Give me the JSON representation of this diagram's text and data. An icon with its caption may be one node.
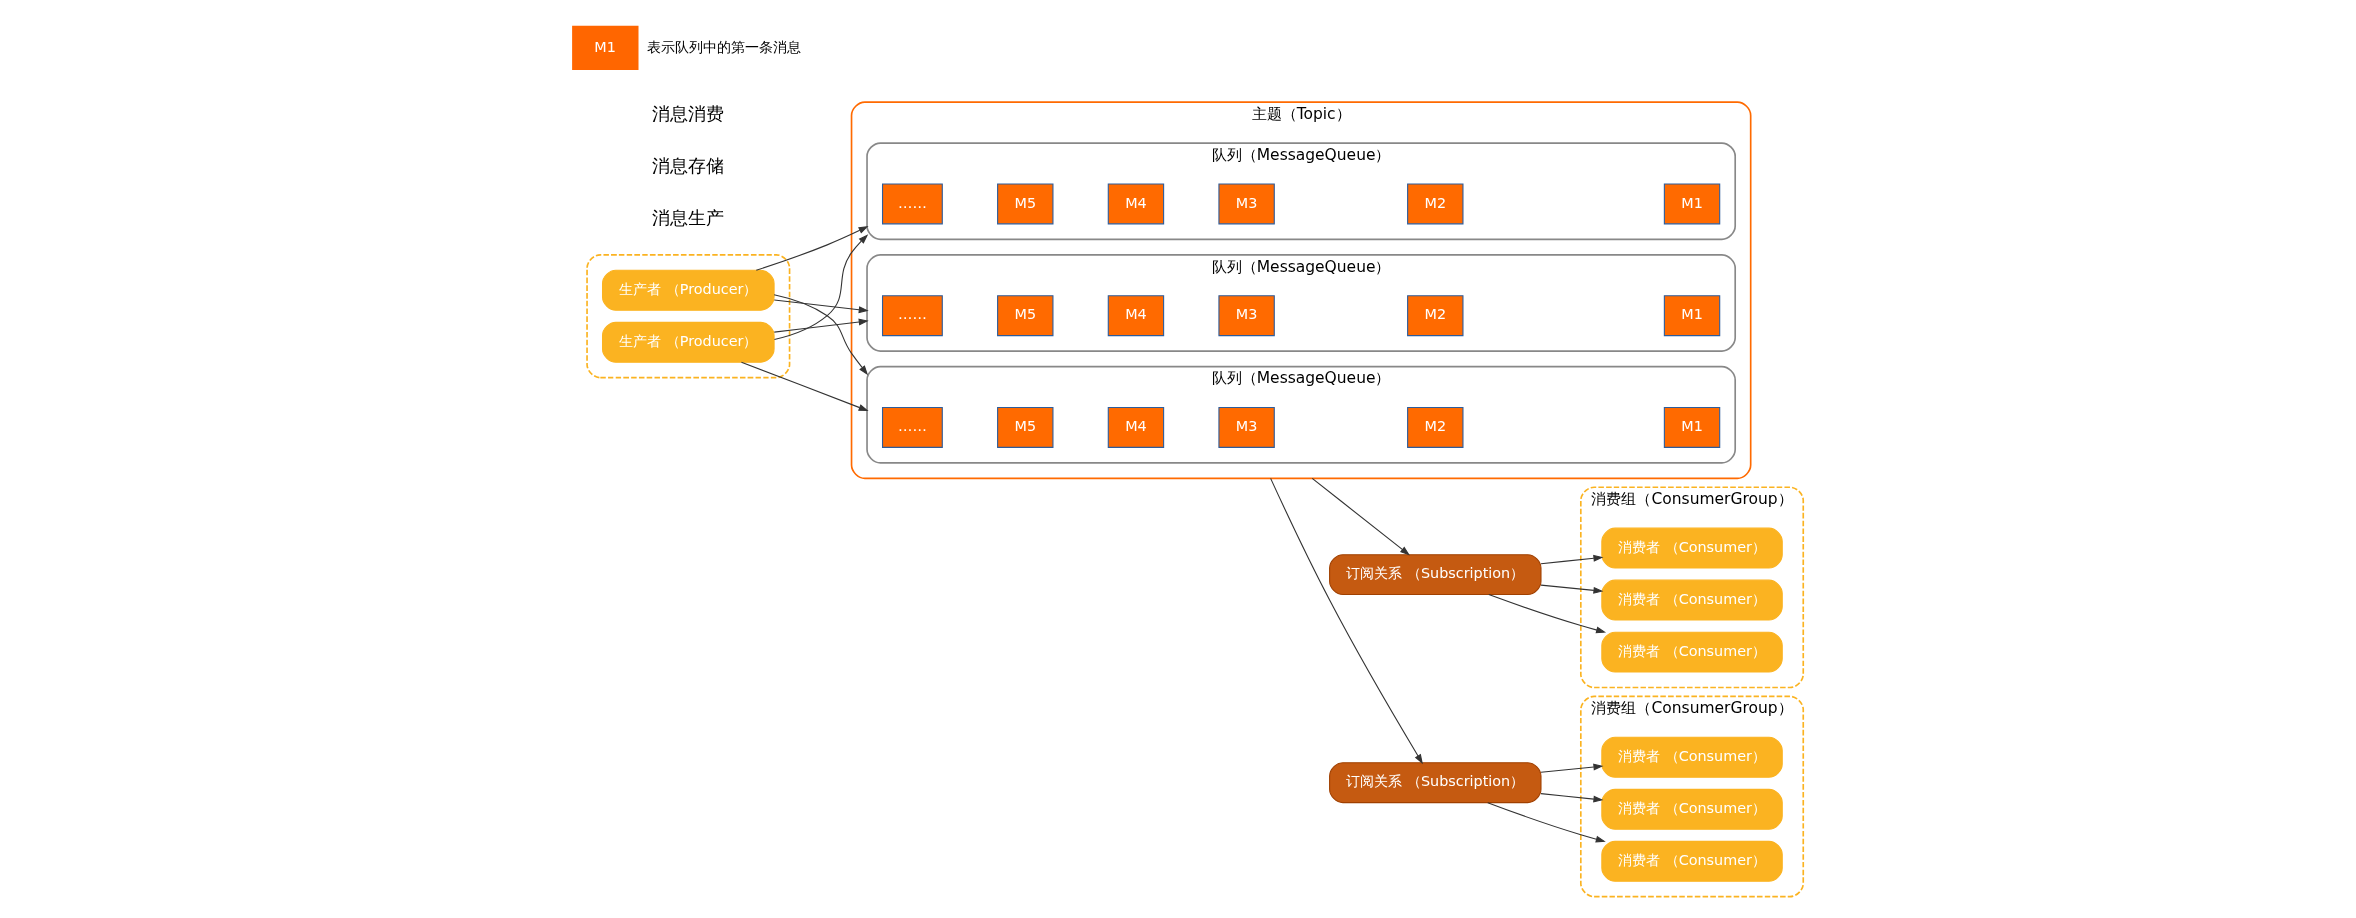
{
  "diagram": {
    "nodes": [
      {
        "text": [],
        "shape": "box"
      },
      {
        "text": [
          "生产者 （Producer）"
        ],
        "in": 0
      },
      {
        "text": [
          "生产者 （Producer）"
        ],
        "in": 0
      },
      {
        "text": [
          "主题（Topic）"
        ]
      },
      {
        "text": [
          "队列（MessageQueue）"
        ],
        "in": 3
      },
      {
        "text": [
          "……"
        ],
        "in": 4
      },
      {
        "text": [
          "M5"
        ],
        "in": 4
      },
      {
        "text": [
          "M4"
        ],
        "in": 4
      },
      {
        "text": [
          "M3"
        ],
        "in": 4
      },
      {
        "text": [
          "M2"
        ],
        "in": 4
      },
      {
        "text": [
          "M1"
        ],
        "in": 4
      },
      {
        "text": [
          "队列（MessageQueue）"
        ],
        "in": 3
      },
      {
        "text": [
          "……"
        ],
        "in": 11
      },
      {
        "text": [
          "M5"
        ],
        "in": 11
      },
      {
        "text": [
          "M4"
        ],
        "in": 11
      },
      {
        "text": [
          "M3"
        ],
        "in": 11
      },
      {
        "text": [
          "M2"
        ],
        "in": 11
      },
      {
        "text": [
          "M1"
        ],
        "in": 11
      },
      {
        "text": [
          "队列（MessageQueue）"
        ],
        "in": 3
      },
      {
        "text": [
          "……"
        ],
        "in": 18
      },
      {
        "text": [
          "M5"
        ],
        "in": 18
      },
      {
        "text": [
          "M4"
        ],
        "in": 18
      },
      {
        "text": [
          "M3"
        ],
        "in": 18
      },
      {
        "text": [
          "M2"
        ],
        "in": 18
      },
      {
        "text": [
          "M1"
        ],
        "in": 18
      },
      {
        "text": [
          "订阅关系 （Subscription）"
        ]
      },
      {
        "text": [
          "订阅关系 （Subscription）"
        ]
      },
      {
        "text": [
          "消费组（ConsumerGroup）"
        ]
      },
      {
        "text": [
          "消费者 （Consumer）"
        ],
        "in": 27
      },
      {
        "text": [
          "消费者 （Consumer）"
        ],
        "in": 27
      },
      {
        "text": [
          "消费者 （Consumer）"
        ],
        "in": 27
      },
      {
        "text": [
          "消费组（ConsumerGroup）"
        ]
      },
      {
        "text": [
          "消费者 （Consumer）"
        ],
        "in": 31
      },
      {
        "text": [
          "消费者 （Consumer）"
        ],
        "in": 31
      },
      {
        "text": [
          "消费者 （Consumer）"
        ],
        "in": 31
      }
    ],
    "edges": [
      {
        "from": 1,
        "to": 4,
        "arrow": "to"
      },
      {
        "from": 1,
        "to": 11,
        "arrow": "to"
      },
      {
        "from": 1,
        "to": 18,
        "arrow": "to"
      },
      {
        "from": 2,
        "to": 4,
        "arrow": "to"
      },
      {
        "from": 2,
        "to": 11,
        "arrow": "to"
      },
      {
        "from": 2,
        "to": 18,
        "arrow": "to"
      },
      {
        "from": 3,
        "to": 25,
        "arrow": "to"
      },
      {
        "from": 3,
        "to": 26,
        "arrow": "to"
      },
      {
        "from": 25,
        "to": 28,
        "arrow": "to"
      },
      {
        "from": 25,
        "to": 29,
        "arrow": "to"
      },
      {
        "from": 25,
        "to": 30,
        "arrow": "to"
      },
      {
        "from": 26,
        "to": 32,
        "arrow": "to"
      },
      {
        "from": 26,
        "to": 33,
        "arrow": "to"
      },
      {
        "from": 26,
        "to": 34,
        "arrow": "to"
      }
    ],
    "labels": [
      "消息生产",
      "消息存储",
      "消息消费",
      "M1"
    ],
    "legend": [
      {
        "text": "表示队列中的第一条消息",
        "color": "#ff6600"
      }
    ]
  }
}
